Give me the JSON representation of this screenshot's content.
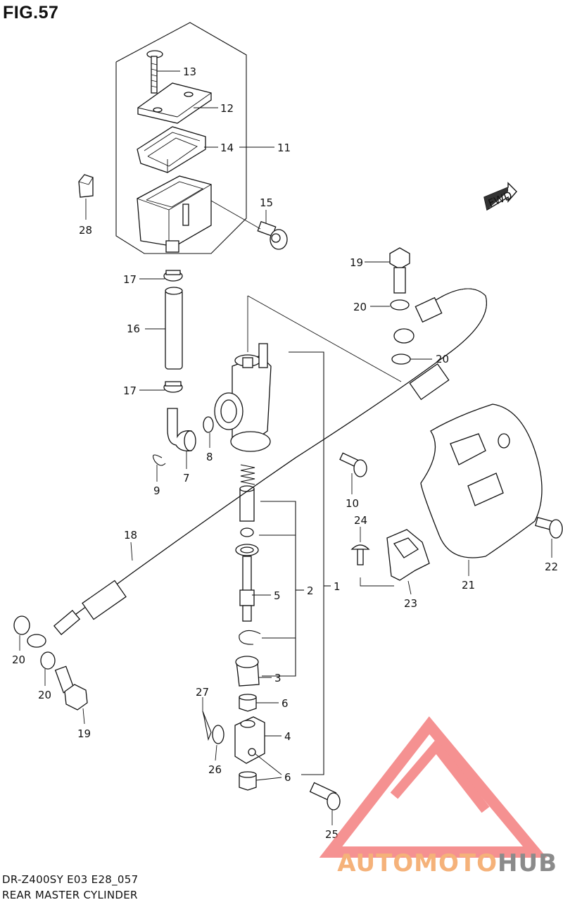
{
  "figure": {
    "title": "FIG.57"
  },
  "footer": {
    "model_code": "DR-Z400SY  E03  E28_057",
    "assembly_name": "REAR MASTER CYLINDER"
  },
  "fwd_label": "FWD",
  "watermark": {
    "part1": "AUTOMOTO",
    "part2": "HUB",
    "accent_color": "#f26d6d",
    "text_color_1": "#f5b27a",
    "text_color_2": "#8b8b8b"
  },
  "callouts": {
    "c13": "13",
    "c12": "12",
    "c14": "14",
    "c11": "11",
    "c15": "15",
    "c28": "28",
    "c17a": "17",
    "c16": "16",
    "c17b": "17",
    "c9": "9",
    "c7": "7",
    "c8": "8",
    "c19a": "19",
    "c20a": "20",
    "c20b": "20",
    "c10": "10",
    "c24": "24",
    "c22": "22",
    "c21": "21",
    "c23": "23",
    "c18": "18",
    "c1": "1",
    "c2": "2",
    "c5": "5",
    "c3": "3",
    "c6a": "6",
    "c4": "4",
    "c6b": "6",
    "c27": "27",
    "c26": "26",
    "c25": "25",
    "c20c": "20",
    "c20d": "20",
    "c19b": "19"
  }
}
